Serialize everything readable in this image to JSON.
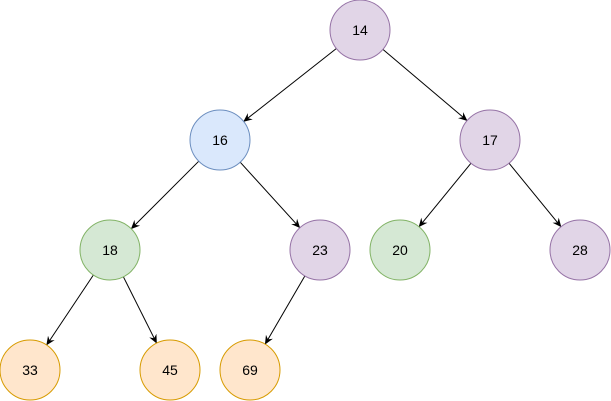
{
  "tree": {
    "nodes": [
      {
        "id": "n14",
        "label": "14",
        "color": "purple"
      },
      {
        "id": "n16",
        "label": "16",
        "color": "blue"
      },
      {
        "id": "n17",
        "label": "17",
        "color": "purple"
      },
      {
        "id": "n18",
        "label": "18",
        "color": "green"
      },
      {
        "id": "n23",
        "label": "23",
        "color": "purple"
      },
      {
        "id": "n20",
        "label": "20",
        "color": "green"
      },
      {
        "id": "n28",
        "label": "28",
        "color": "purple"
      },
      {
        "id": "n33",
        "label": "33",
        "color": "orange"
      },
      {
        "id": "n45",
        "label": "45",
        "color": "orange"
      },
      {
        "id": "n69",
        "label": "69",
        "color": "orange"
      }
    ],
    "edges": [
      {
        "from": "n14",
        "to": "n16"
      },
      {
        "from": "n14",
        "to": "n17"
      },
      {
        "from": "n16",
        "to": "n18"
      },
      {
        "from": "n16",
        "to": "n23"
      },
      {
        "from": "n17",
        "to": "n20"
      },
      {
        "from": "n17",
        "to": "n28"
      },
      {
        "from": "n18",
        "to": "n33"
      },
      {
        "from": "n18",
        "to": "n45"
      },
      {
        "from": "n23",
        "to": "n69"
      }
    ]
  },
  "palette": {
    "purple": {
      "fill": "#e1d5e7",
      "stroke": "#9673a6"
    },
    "blue": {
      "fill": "#dae8fc",
      "stroke": "#6c8ebf"
    },
    "green": {
      "fill": "#d5e8d4",
      "stroke": "#82b366"
    },
    "orange": {
      "fill": "#ffe6cc",
      "stroke": "#d79b00"
    },
    "edge": "#000000",
    "text": "#000000"
  }
}
